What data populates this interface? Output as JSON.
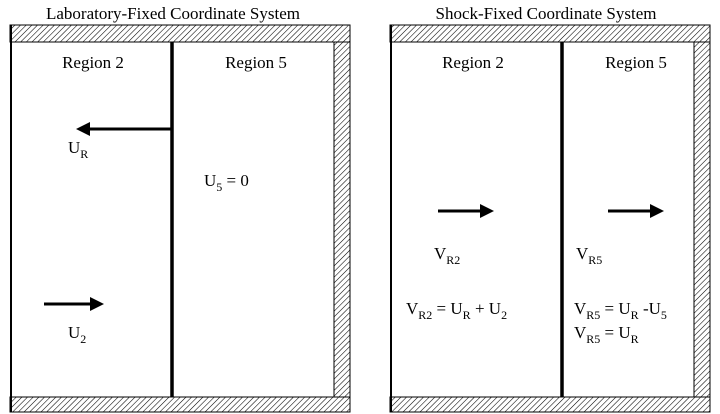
{
  "left_panel": {
    "title": "Laboratory-Fixed Coordinate System",
    "region_left": "Region 2",
    "region_right": "Region 5",
    "ur_main": "U",
    "ur_sub": "R",
    "u5_main": "U",
    "u5_sub": "5",
    "u5_rest": " = 0",
    "u2_main": "U",
    "u2_sub": "2"
  },
  "right_panel": {
    "title": "Shock-Fixed Coordinate System",
    "region_left": "Region 2",
    "region_right": "Region 5",
    "vr2": {
      "main": "V",
      "sub": "R2"
    },
    "vr5": {
      "main": "V",
      "sub": "R5"
    },
    "eq_r2": {
      "v": "V",
      "v_sub": "R2",
      "eq": " = U",
      "ur_sub": "R",
      "plus": " + U",
      "u2_sub": "2"
    },
    "eq_r5_1": {
      "v": "V",
      "v_sub": "R5",
      "eq": " = U",
      "ur_sub": "R",
      "minus": " -U",
      "u5_sub": "5"
    },
    "eq_r5_2": {
      "v": "V",
      "v_sub": "R5",
      "eq": " = U",
      "ur_sub": "R"
    }
  },
  "colors": {
    "line": "#000000",
    "background": "#ffffff",
    "hatch": "#000000"
  }
}
